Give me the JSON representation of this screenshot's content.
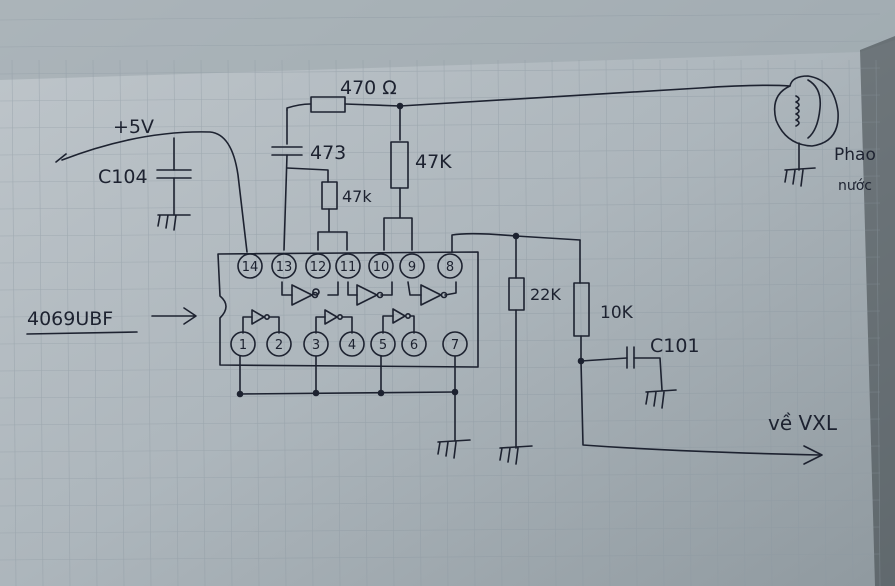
{
  "labels": {
    "supply": "+5V",
    "r_top": "470 Ω",
    "cap_473": "473",
    "r_47k_a": "47K",
    "r_47k_b": "47k",
    "c104": "C104",
    "chip": "4069UBF",
    "r_22k": "22K",
    "r_10k": "10K",
    "c101": "C101",
    "output": "về VXL",
    "sensor_line1": "Phao",
    "sensor_line2": "nước"
  },
  "pins_top": [
    "14",
    "13",
    "12",
    "11",
    "10",
    "9",
    "8"
  ],
  "pins_bottom": [
    "1",
    "2",
    "3",
    "4",
    "5",
    "6",
    "7"
  ],
  "colors": {
    "paper": "#aeb7bd",
    "ink": "#1d2230",
    "grid": "#8d99a2"
  }
}
